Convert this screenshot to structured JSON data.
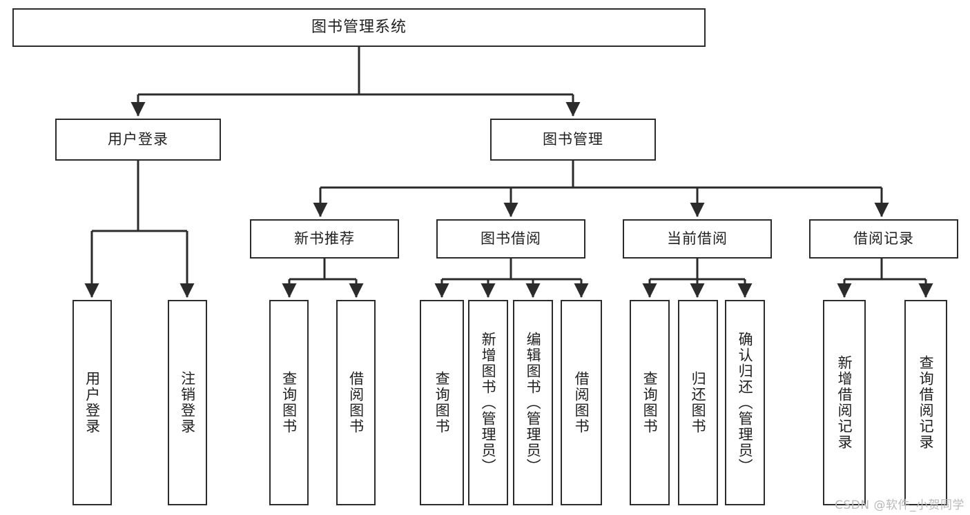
{
  "diagram": {
    "title": "图书管理系统",
    "type": "tree",
    "watermark": "CSDN @软件_小贺同学",
    "colors": {
      "border": "#2b2b2b",
      "background": "#ffffff",
      "text": "#1f1f1f",
      "wire": "#2b2b2b",
      "watermark": "#b9b9b9"
    },
    "root": {
      "label": "图书管理系统"
    },
    "level2": [
      {
        "label": "用户登录"
      },
      {
        "label": "图书管理"
      }
    ],
    "level3": [
      {
        "label": "新书推荐"
      },
      {
        "label": "图书借阅"
      },
      {
        "label": "当前借阅"
      },
      {
        "label": "借阅记录"
      }
    ],
    "leaves": {
      "user_login": [
        {
          "label": "用户登录"
        },
        {
          "label": "注销登录"
        }
      ],
      "new_book": [
        {
          "label": "查询图书"
        },
        {
          "label": "借阅图书"
        }
      ],
      "book_borrow": [
        {
          "label": "查询图书"
        },
        {
          "label": "新增图书（管理员）"
        },
        {
          "label": "编辑图书（管理员）"
        },
        {
          "label": "借阅图书"
        }
      ],
      "current_borrow": [
        {
          "label": "查询图书"
        },
        {
          "label": "归还图书"
        },
        {
          "label": "确认归还（管理员）"
        }
      ],
      "borrow_record": [
        {
          "label": "新增借阅记录"
        },
        {
          "label": "查询借阅记录"
        }
      ]
    }
  }
}
